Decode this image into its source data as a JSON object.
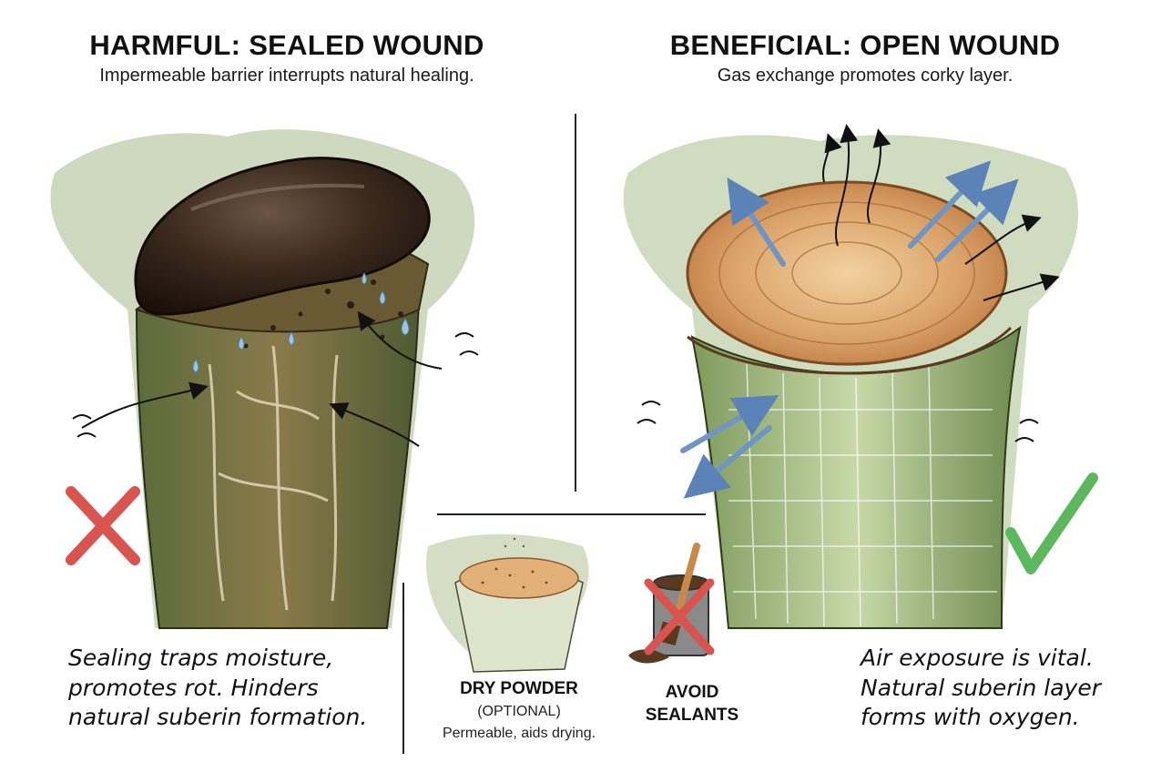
{
  "left_panel": {
    "title": "HARMFUL: SEALED WOUND",
    "subtitle": "Impermeable barrier interrupts natural healing.",
    "caption_lines": [
      "Sealing traps moisture,",
      "promotes rot. Hinders",
      "natural suberin formation."
    ],
    "mark_icon": "red-x-icon"
  },
  "right_panel": {
    "title": "BENEFICIAL: OPEN WOUND",
    "subtitle": "Gas exchange promotes corky layer.",
    "caption_lines": [
      "Air exposure is vital.",
      "Natural suberin layer",
      "forms with oxygen."
    ],
    "mark_icon": "green-check-icon"
  },
  "bottom_center": {
    "powder_label": "DRY POWDER",
    "powder_optional": "(OPTIONAL)",
    "powder_note": "Permeable, aids drying.",
    "avoid_label_1": "AVOID",
    "avoid_label_2": "SEALANTS"
  },
  "colors": {
    "x_red": "#d9534f",
    "check_green": "#5cb85c",
    "sealant_dark": "#3b2a1e",
    "cork_orange": "#d8934a",
    "bark_green": "#8fa468",
    "air_arrow_blue": "#6f95c4"
  }
}
